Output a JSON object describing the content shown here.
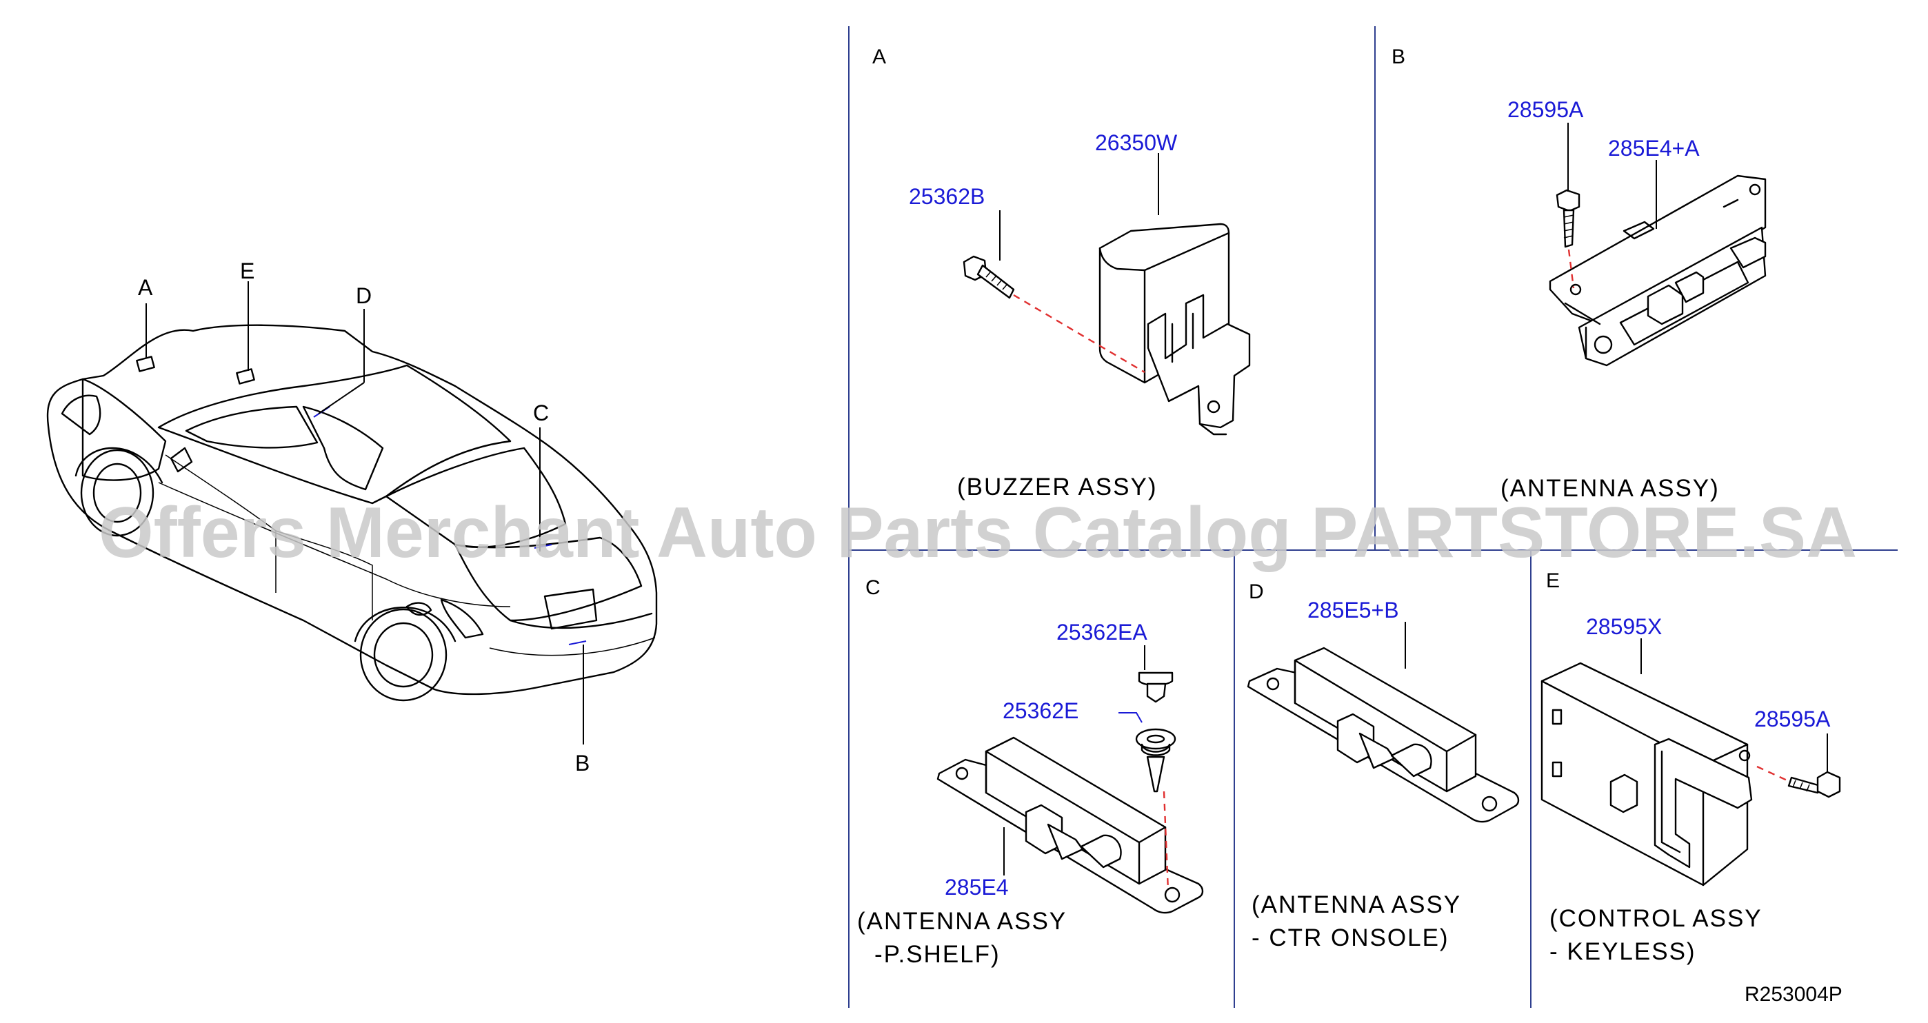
{
  "car_callouts": {
    "a": "A",
    "b": "B",
    "c": "C",
    "d": "D",
    "e": "E"
  },
  "sections": {
    "a": {
      "letter": "A",
      "caption": "(BUZZER  ASSY)",
      "parts": {
        "unit": "26350W",
        "bolt": "25362B"
      }
    },
    "b": {
      "letter": "B",
      "caption": "(ANTENNA  ASSY)",
      "parts": {
        "bolt": "28595A",
        "antenna": "285E4+A"
      }
    },
    "c": {
      "letter": "C",
      "caption_1": "(ANTENNA  ASSY",
      "caption_2": "-P.SHELF)",
      "parts": {
        "clip_a": "25362EA",
        "clip": "25362E",
        "antenna": "285E4"
      }
    },
    "d": {
      "letter": "D",
      "caption_1": "(ANTENNA  ASSY",
      "caption_2": "-  CTR  ONSOLE)",
      "parts": {
        "antenna": "285E5+B"
      }
    },
    "e": {
      "letter": "E",
      "caption_1": "(CONTROL  ASSY",
      "caption_2": "-  KEYLESS)",
      "parts": {
        "unit": "28595X",
        "bolt": "28595A"
      }
    }
  },
  "diagram_code": "R253004P",
  "watermark": "Offers Merchant Auto Parts Catalog PARTSTORE.SA",
  "colors": {
    "part_number": "#1a1ad6",
    "divider": "#2f3f8f",
    "dashed_line": "#e03030",
    "watermark": "#c9c9c9"
  }
}
